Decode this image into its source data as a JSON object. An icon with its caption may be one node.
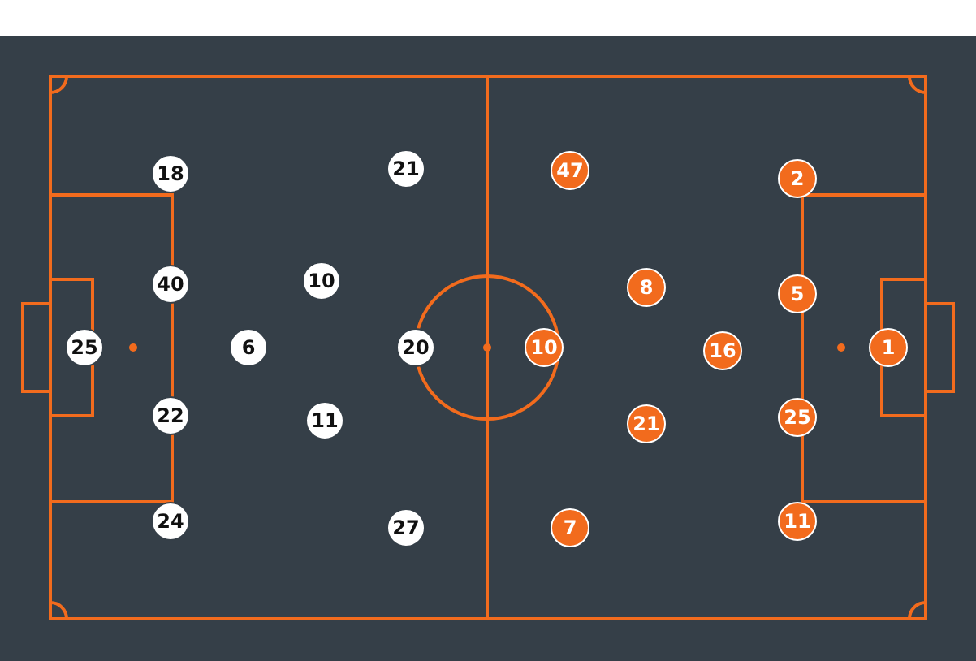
{
  "diagram": {
    "nodes": [
      {
        "text": [
          "18"
        ]
      },
      {
        "text": [
          "21"
        ]
      },
      {
        "text": [
          "40"
        ]
      },
      {
        "text": [
          "10"
        ]
      },
      {
        "text": [
          "25"
        ]
      },
      {
        "text": [
          "6"
        ]
      },
      {
        "text": [
          "20"
        ]
      },
      {
        "text": [
          "22"
        ]
      },
      {
        "text": [
          "11"
        ]
      },
      {
        "text": [
          "24"
        ]
      },
      {
        "text": [
          "27"
        ]
      },
      {
        "text": [
          "47"
        ]
      },
      {
        "text": [
          "2"
        ]
      },
      {
        "text": [
          "8"
        ]
      },
      {
        "text": [
          "5"
        ]
      },
      {
        "text": [
          "10"
        ]
      },
      {
        "text": [
          "16"
        ]
      },
      {
        "text": [
          "1"
        ]
      },
      {
        "text": [
          "21"
        ]
      },
      {
        "text": [
          "25"
        ]
      },
      {
        "text": [
          "7"
        ]
      },
      {
        "text": [
          "11"
        ]
      }
    ],
    "edges": []
  }
}
